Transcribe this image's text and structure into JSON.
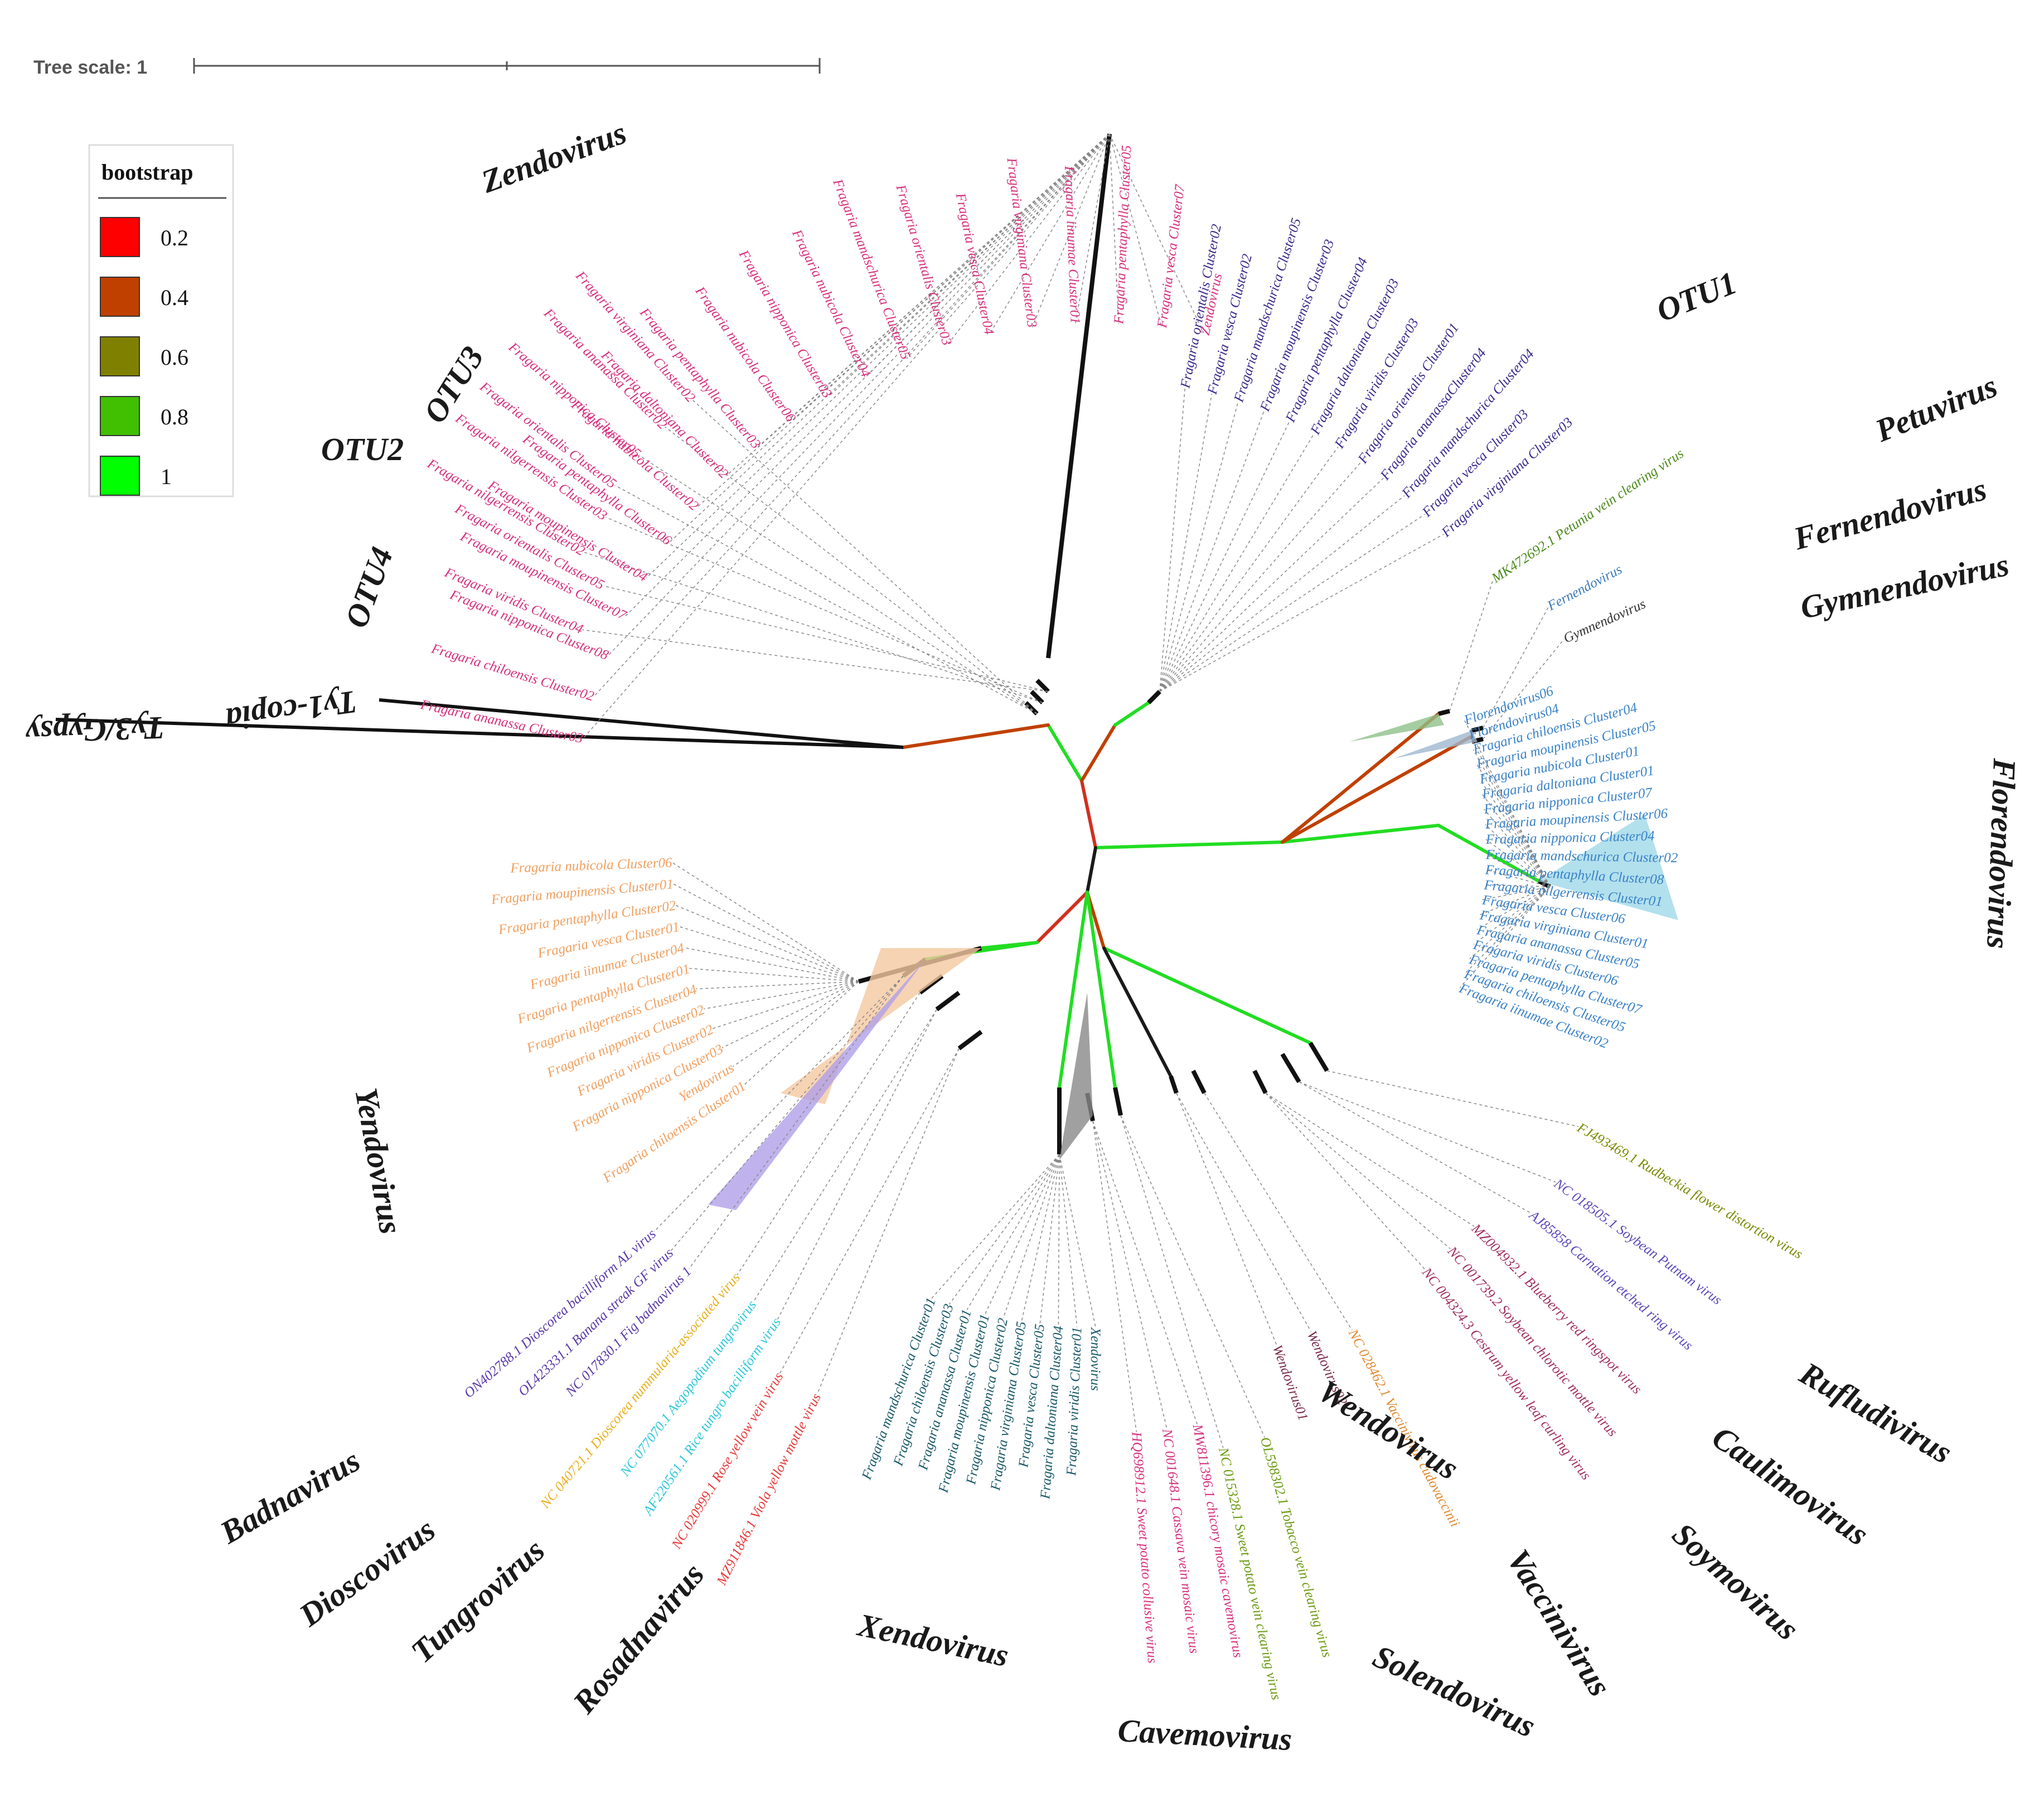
{
  "scale": {
    "label": "Tree scale: 1"
  },
  "legend": {
    "title": "bootstrap",
    "items": [
      {
        "label": "0.2",
        "color": "#ff0000"
      },
      {
        "label": "0.4",
        "color": "#c04000"
      },
      {
        "label": "0.6",
        "color": "#808000"
      },
      {
        "label": "0.8",
        "color": "#40c000"
      },
      {
        "label": "1",
        "color": "#00ff00"
      }
    ]
  },
  "clades": [
    {
      "name": "Zendovirus",
      "color": "#d6317e",
      "tag": "zendo",
      "leaves": [
        "Fragaria ananassa Cluster03",
        "Fragaria chiloensis Cluster02",
        "Fragaria nipponica Cluster08",
        "Fragaria moupinensis Cluster07",
        "Fragaria moupinensis Cluster04",
        "Fragaria pentaphylla Cluster06",
        "Fragaria nubicola Cluster02",
        "Fragaria daltoniana Cluster02",
        "Fragaria pentaphylla Cluster03",
        "Fragaria nubicola Cluster06",
        "Fragaria nipponica Cluster03",
        "Fragaria nubicola Cluster04",
        "Fragaria mandschurica Cluster05",
        "Fragaria orientalis Cluster03",
        "Fragaria vesca Cluster04",
        "Fragaria virginiana Cluster03",
        "Fragaria iinumae Cluster01",
        "Fragaria pentaphylla Cluster05",
        "Fragaria vesca Cluster07",
        "Zendovirus"
      ]
    },
    {
      "name": "OTU3",
      "color": "#d6317e",
      "tag": "otu3",
      "leaves": [
        "Fragaria viridis Cluster04",
        "Fragaria orientalis Cluster05"
      ]
    },
    {
      "name": "OTU2",
      "color": "#d6317e",
      "tag": "otu2",
      "leaves": [
        "Fragaria nilgerrensis Cluster02",
        "Fragaria nilgerrensis Cluster03"
      ]
    },
    {
      "name": "OTU4",
      "color": "#d6317e",
      "tag": "otu4",
      "leaves": [
        "Fragaria orientalis Cluster05",
        "Fragaria nipponica Cluster05",
        "Fragaria ananassa Cluster02",
        "Fragaria virginiana Cluster02"
      ]
    },
    {
      "name": "Ty1-copia",
      "color": "#1a1a1a",
      "tag": "ty1",
      "leaves": []
    },
    {
      "name": "Ty3/Gypsy",
      "color": "#1a1a1a",
      "tag": "ty3",
      "leaves": []
    },
    {
      "name": "OTU1",
      "color": "#3d2a8c",
      "tag": "otu1",
      "leaves": [
        "Fragaria orientalis Cluster02",
        "Fragaria vesca Cluster02",
        "Fragaria mandschurica Cluster05",
        "Fragaria moupinensis Cluster03",
        "Fragaria pentaphylla Cluster04",
        "Fragaria daltoniana Cluster03",
        "Fragaria viridis Cluster03",
        "Fragaria orientalis Cluster01",
        "Fragaria ananassaCluster04",
        "Fragaria mandschurica Cluster04",
        "Fragaria vesca Cluster03",
        "Fragaria virginiana Cluster03"
      ]
    },
    {
      "name": "Petuvirus",
      "color": "#4a8a1a",
      "tag": "petu",
      "leaves": [
        "MK472692.1 Petunia vein clearing virus"
      ]
    },
    {
      "name": "Fernendovirus",
      "color": "#3a7ab8",
      "tag": "fern",
      "leaves": [
        "Fernendovirus"
      ]
    },
    {
      "name": "Gymnendovirus",
      "color": "#333333",
      "tag": "gymn",
      "leaves": [
        "Gymnendovirus"
      ]
    },
    {
      "name": "Florendovirus",
      "color": "#3a82c8",
      "tag": "flor",
      "leaves": [
        "Florendovirus06",
        "Florendovirus04",
        "Fragaria chiloensis Cluster04",
        "Fragaria moupinensis Cluster05",
        "Fragaria nubicola Cluster01",
        "Fragaria daltoniana Cluster01",
        "Fragaria nipponica Cluster07",
        "Fragaria moupinensis Cluster06",
        "Fragaria nipponica Cluster04",
        "Fragaria mandschurica Cluster02",
        "Fragaria pentaphylla Cluster08",
        "Fragaria nilgerrensis Cluster01",
        "Fragaria vesca Cluster06",
        "Fragaria virginiana Cluster01",
        "Fragaria ananassa Cluster05",
        "Fragaria viridis Cluster06",
        "Fragaria pentaphylla Cluster07",
        "Fragaria chiloensis Cluster05",
        "Fragaria iinumae Cluster02"
      ]
    },
    {
      "name": "Rufludivirus",
      "color": "#7a8a00",
      "tag": "rufl",
      "leaves": [
        "FJ493469.1 Rudbeckia flower distortion virus"
      ]
    },
    {
      "name": "Caulimovirus",
      "color": "#5a4ab8",
      "tag": "caul",
      "leaves": [
        "NC 018505.1 Soybean Putnam virus",
        "AJ85858 Carnation etched ring virus"
      ]
    },
    {
      "name": "Soymovirus",
      "color": "#a03060",
      "tag": "soym",
      "leaves": [
        "MZ004932.1 Blueberry red ringspot virus",
        "NC 001739.2 Soybean chlorotic mottle virus",
        "NC 004324.3 Cestrum yellow leaf curling virus"
      ]
    },
    {
      "name": "Vaccinivirus",
      "color": "#e08a30",
      "tag": "vacc",
      "leaves": [
        "NC 028462.1 Vaccinivirus cudovaccinii"
      ]
    },
    {
      "name": "Wendovirus",
      "color": "#7a2a4a",
      "tag": "wend",
      "leaves": [
        "Wendovirus02",
        "Wendovirus01"
      ]
    },
    {
      "name": "Solendovirus",
      "color": "#6a9a10",
      "tag": "sole",
      "leaves": [
        "OL598302.1 Tobacco vein clearing virus",
        "NC 015328.1 Sweet potato vein clearing virus"
      ]
    },
    {
      "name": "Cavemovirus",
      "color": "#d6317e",
      "tag": "cave",
      "leaves": [
        "MW811396.1 chicory mosaic cavemovirus",
        "NC 001648.1 Cassava vein mosaic virus",
        "HQ698912.1 Sweet potato collusive virus"
      ]
    },
    {
      "name": "Xendovirus",
      "color": "#1a5a6a",
      "tag": "xend",
      "leaves": [
        "Xendovirus",
        "Fragaria viridis Cluster01",
        "Fragaria daltoniana Cluster04",
        "Fragaria vesca Cluster05",
        "Fragaria virginiana Cluster05",
        "Fragaria nipponica Cluster02",
        "Fragaria moupinensis Cluster01",
        "Fragaria ananassa Cluster01",
        "Fragaria chiloensis Cluster03",
        "Fragaria mandschurica Cluster01"
      ]
    },
    {
      "name": "Rosadnavirus",
      "color": "#e83a3a",
      "tag": "rosa",
      "leaves": [
        "MZ911846.1 Viola yellow mottle virus",
        "NC 020999.1 Rose yellow vein virus"
      ]
    },
    {
      "name": "Tungrovirus",
      "color": "#30c8d8",
      "tag": "tung",
      "leaves": [
        "AF220561.1 Rice tungro bacilliform virus",
        "NC 077070.1 Aegopodium tungrovirus"
      ]
    },
    {
      "name": "Dioscovirus",
      "color": "#e8b020",
      "tag": "dios",
      "leaves": [
        "NC 040721.1 Dioscorea nummularia-associated virus"
      ]
    },
    {
      "name": "Badnavirus",
      "color": "#5a3aa8",
      "tag": "badn",
      "leaves": [
        "NC 017830.1 Fig badnavirus 1",
        "OL423331.1 Banana streak GF virus",
        "ON402788.1 Dioscorea bacilliform AL virus"
      ]
    },
    {
      "name": "Yendovirus",
      "color": "#f0a060",
      "tag": "yend",
      "leaves": [
        "Fragaria chiloensis Cluster01",
        "Yendovirus",
        "Fragaria nipponica Cluster03",
        "Fragaria viridis Cluster02",
        "Fragaria nipponica Cluster02",
        "Fragaria nilgerrensis Cluster04",
        "Fragaria pentaphylla Cluster01",
        "Fragaria iinumae Cluster04",
        "Fragaria vesca Cluster01",
        "Fragaria pentaphylla Cluster02",
        "Fragaria moupinensis Cluster01",
        "Fragaria nubicola Cluster06"
      ]
    }
  ]
}
